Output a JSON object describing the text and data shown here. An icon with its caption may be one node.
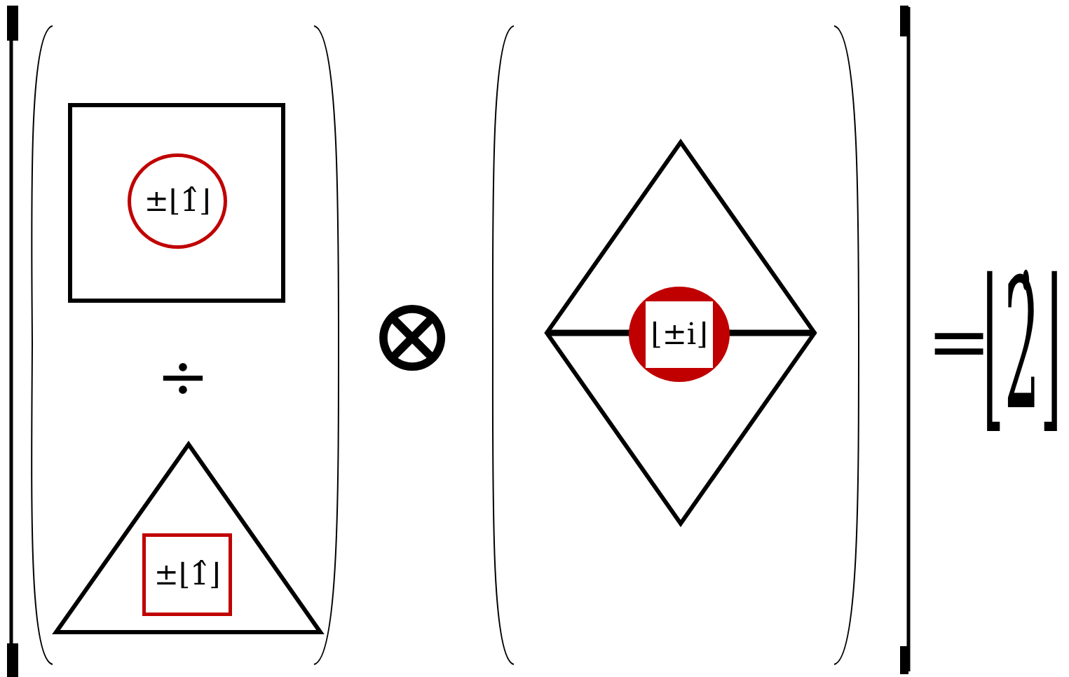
{
  "diagram": {
    "nodes": [
      {
        "text": [],
        "shape": "box"
      },
      {
        "text": [
          "±⌊1̂⌋"
        ],
        "in": 0
      },
      {
        "text": [],
        "shape": "triangle"
      },
      {
        "text": [
          "±⌊1̂⌋"
        ],
        "in": 2
      },
      {
        "text": [],
        "shape": "diamond"
      },
      {
        "text": [
          "⌊±i⌋"
        ],
        "in": 4
      }
    ],
    "labels": [
      "÷",
      "⊗",
      "=",
      "⌊2̇⌋"
    ]
  }
}
